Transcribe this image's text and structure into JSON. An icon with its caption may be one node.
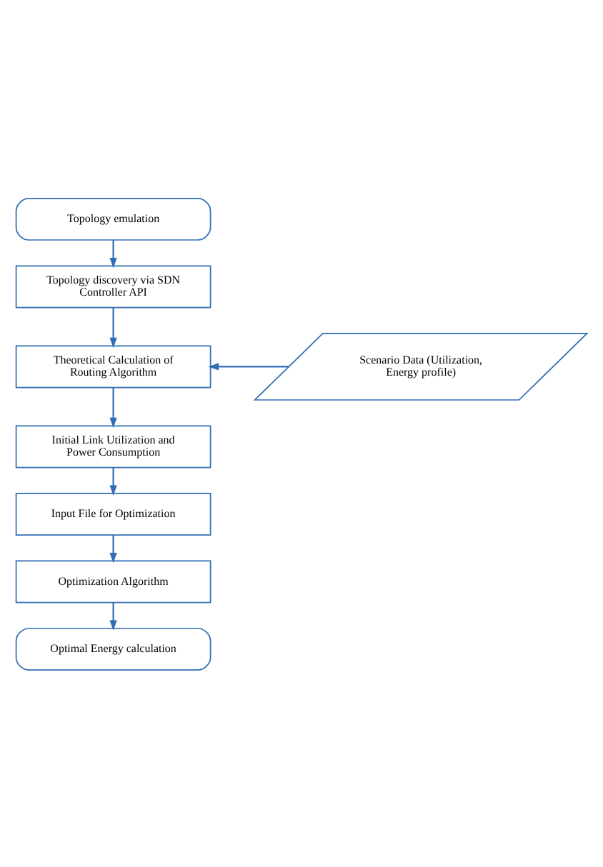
{
  "diagram": {
    "nodes": [
      {
        "text": [
          "Topology emulation"
        ]
      },
      {
        "text": [
          "Topology discovery via SDN Controller API"
        ]
      },
      {
        "text": [
          "Theoretical Calculation of Routing Algorithm"
        ]
      },
      {
        "text": [
          "Scenario Data (Utilization, Energy profile)"
        ]
      },
      {
        "text": [
          "Initial Link Utilization and Power Consumption"
        ]
      },
      {
        "text": [
          "Input File for Optimization"
        ]
      },
      {
        "text": [
          "Optimization Algorithm"
        ]
      },
      {
        "text": [
          "Optimal Energy calculation"
        ]
      }
    ],
    "edges": [
      {
        "from": 0,
        "to": 1,
        "arrow": "to"
      },
      {
        "from": 1,
        "to": 2,
        "arrow": "to"
      },
      {
        "from": 3,
        "to": 2,
        "arrow": "to"
      },
      {
        "from": 2,
        "to": 4,
        "arrow": "to"
      },
      {
        "from": 4,
        "to": 5,
        "arrow": "to"
      },
      {
        "from": 5,
        "to": 6,
        "arrow": "to"
      },
      {
        "from": 6,
        "to": 7,
        "arrow": "to"
      }
    ]
  }
}
